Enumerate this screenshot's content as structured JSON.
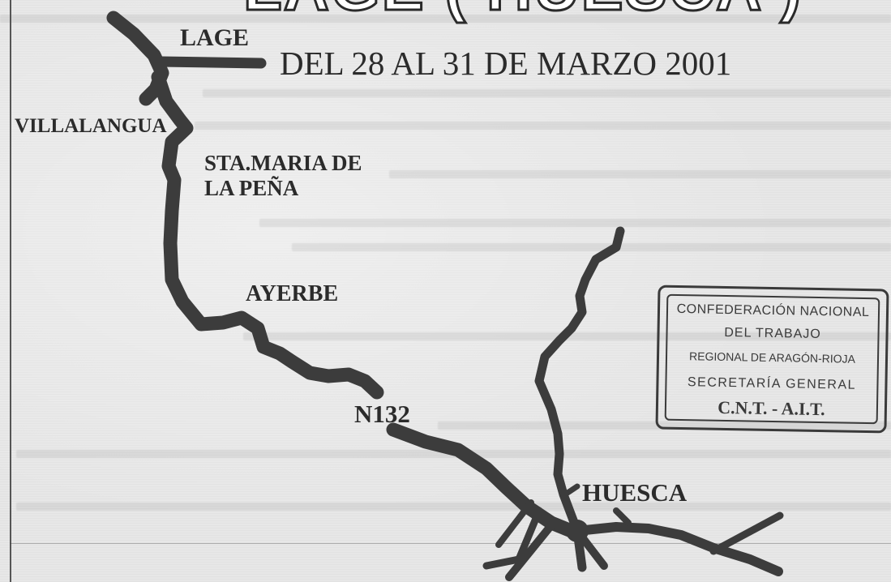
{
  "map": {
    "title_partial": "LAGE ( HUESCA )",
    "date_text": "DEL 28 AL 31 DE MARZO 2001",
    "places": {
      "lage": "LAGE",
      "villalangua": "VILLALANGUA",
      "santa_maria_line1": "STA.MARIA DE",
      "santa_maria_line2": "LA PEÑA",
      "ayerbe": "AYERBE",
      "road": "N132",
      "huesca": "HUESCA"
    },
    "road_color": "#3c3c3c",
    "background_color": "#e7e7e7"
  },
  "stamp": {
    "line1": "CONFEDERACIÓN NACIONAL",
    "line2": "DEL TRABAJO",
    "line3": "REGIONAL DE ARAGÓN-RIOJA",
    "line4": "SECRETARÍA GENERAL",
    "line5": "C.N.T. - A.I.T."
  }
}
